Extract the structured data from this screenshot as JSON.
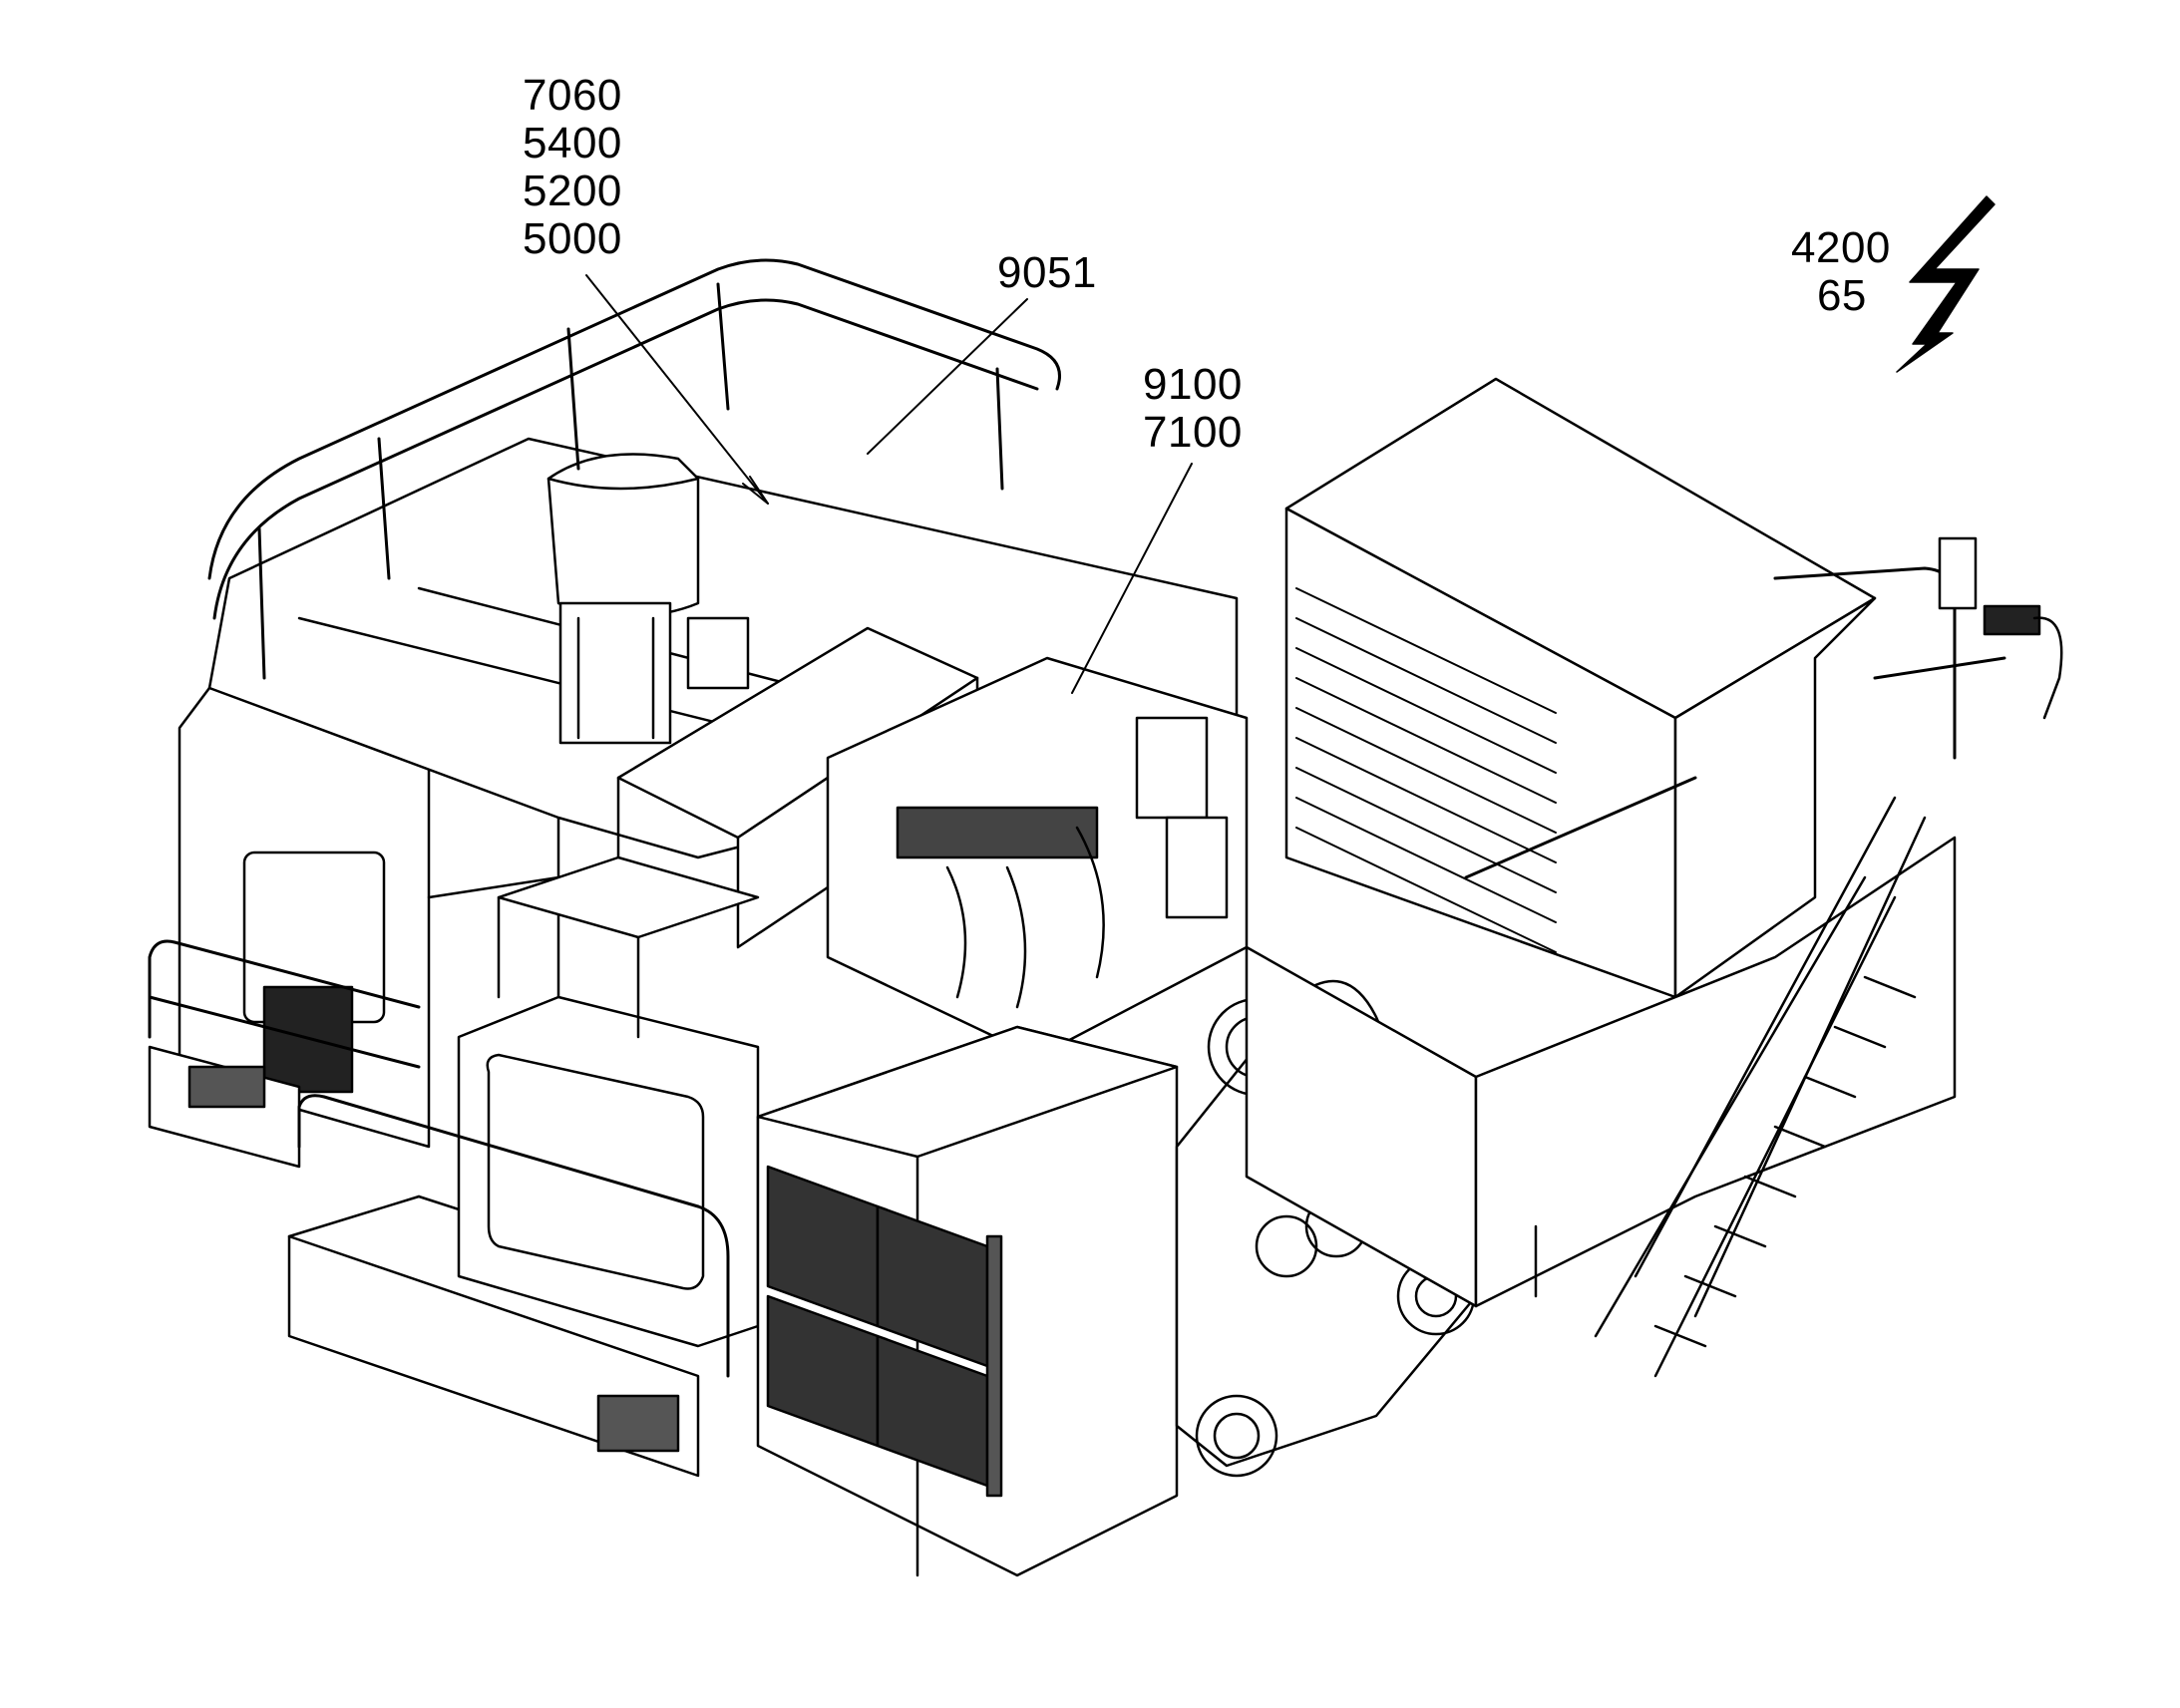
{
  "callouts": {
    "left_stack": [
      "7060",
      "5400",
      "5200",
      "5000"
    ],
    "center_mid": "9051",
    "center_right": [
      "9100",
      "7100"
    ],
    "top_right": [
      "4200",
      "65"
    ]
  },
  "colors": {
    "line": "#000000",
    "background": "#ffffff"
  },
  "icons": {
    "top_right_symbol": "lightning-bolt-arrow-icon"
  }
}
